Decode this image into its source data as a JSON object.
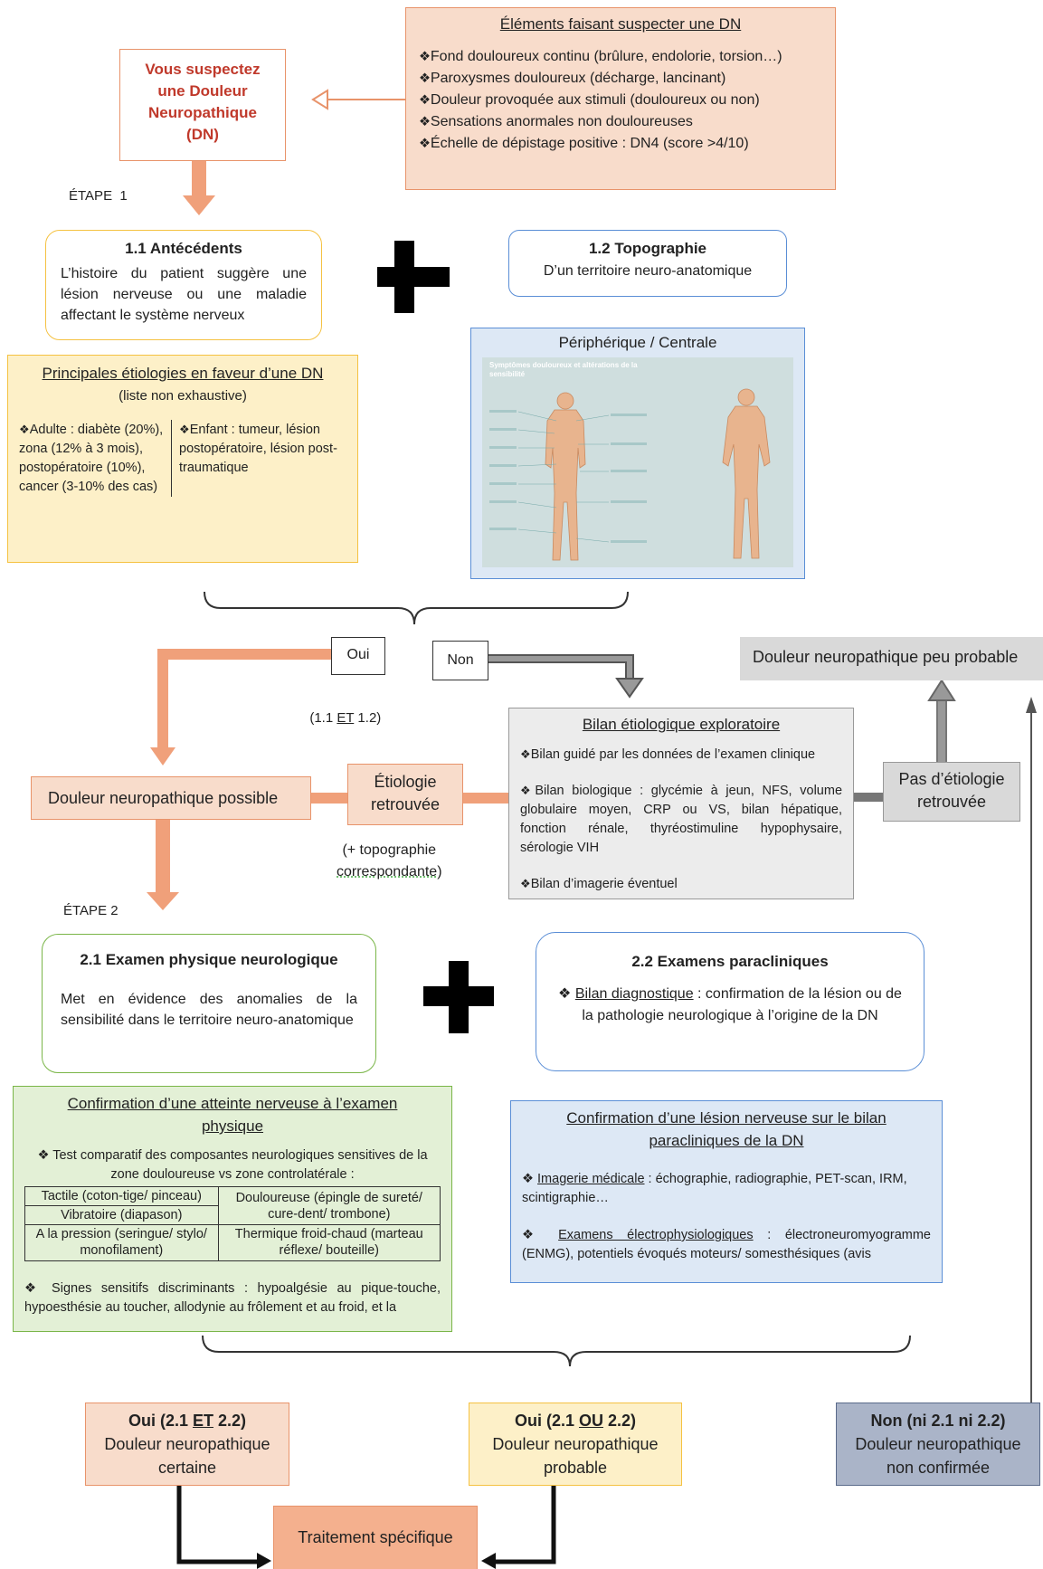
{
  "suspect": {
    "text": [
      "Vous suspectez",
      "une Douleur",
      "Neuropathique",
      "(DN)"
    ]
  },
  "elements": {
    "title": "Éléments faisant suspecter une DN",
    "items": [
      "Fond douloureux continu (brûlure, endolorie, torsion…)",
      "Paroxysmes douloureux (décharge, lancinant)",
      "Douleur provoquée aux stimuli (douloureux ou non)",
      "Sensations anormales non douloureuses",
      "Échelle de dépistage positive : DN4 (score >4/10)"
    ]
  },
  "etape1": "ÉTAPE  1",
  "antecedents": {
    "title": "1.1 Antécédents",
    "text": "L’histoire du patient suggère une lésion nerveuse ou une maladie affectant le système nerveux"
  },
  "topographie": {
    "title": "1.2 Topographie",
    "text": "D’un territoire neuro-anatomique"
  },
  "etiologies": {
    "title": "Principales étiologies en faveur d’une DN",
    "subtitle": "(liste non exhaustive)",
    "adulte": "Adulte : diabète (20%), zona (12% à 3 mois), postopératoire (10%), cancer (3-10% des cas)",
    "enfant": "Enfant : tumeur, lésion postopératoire, lésion post-traumatique"
  },
  "periph": {
    "title": "Périphérique / Centrale",
    "figure_heading": "Symptômes douloureux et altérations de la sensibilité"
  },
  "oui": "Oui",
  "non": "Non",
  "oui_note": {
    "pre": "(1.1 ",
    "et": "ET",
    "post": " 1.2)"
  },
  "peu_probable": "Douleur neuropathique peu probable",
  "bilan": {
    "title": "Bilan étiologique exploratoire",
    "items": [
      "Bilan guidé par les données de l’examen clinique",
      "Bilan biologique : glycémie à jeun, NFS, volume globulaire moyen, CRP ou VS, bilan hépatique, fonction rénale, thyréostimuline hypophysaire, sérologie VIH",
      "Bilan d’imagerie éventuel"
    ]
  },
  "possible": "Douleur neuropathique possible",
  "etiologie_retrouvee": {
    "line1": "Étiologie",
    "line2": "retrouvée"
  },
  "pas_etiologie": {
    "line1": "Pas d’étiologie",
    "line2": "retrouvée"
  },
  "topo_corresp": {
    "line1": "(+ topographie",
    "line2": "correspondante)"
  },
  "etape2": "ÉTAPE 2",
  "examen_physique": {
    "title": "2.1 Examen physique neurologique",
    "text": "Met en évidence des anomalies de la sensibilité dans le territoire neuro-anatomique"
  },
  "examens_para": {
    "title": "2.2 Examens paracliniques",
    "label": "Bilan diagnostique",
    "text": " : confirmation de la lésion ou de la pathologie neurologique à l’origine de la DN"
  },
  "confirm_physique": {
    "title": "Confirmation d’une atteinte nerveuse à l’examen physique",
    "test_intro": "Test comparatif des composantes neurologiques sensitives de la zone douloureuse vs zone controlatérale :",
    "table": [
      [
        "Tactile (coton-tige/ pinceau)",
        "Douloureuse (épingle de sureté/ cure-dent/ trombone)"
      ],
      [
        "Vibratoire (diapason)",
        ""
      ],
      [
        "A la pression (seringue/ stylo/ monofilament)",
        "Thermique froid-chaud (marteau réflexe/ bouteille)"
      ]
    ],
    "signes": "Signes sensitifs discriminants : hypoalgésie au pique-touche, hypoesthésie au toucher, allodynie au frôlement et au froid, et la"
  },
  "confirm_para": {
    "title": "Confirmation d’une lésion nerveuse sur le bilan paracliniques de la DN",
    "imagerie_label": "Imagerie médicale",
    "imagerie_text": " : échographie, radiographie, PET-scan, IRM, scintigraphie…",
    "electro_label": "Examens électrophysiologiques",
    "electro_text": " : électroneuromyogramme (ENMG), potentiels évoqués moteurs/ somesthésiques (avis"
  },
  "certaine": {
    "l1_pre": "Oui (2.1 ",
    "l1_et": "ET",
    "l1_post": " 2.2)",
    "l2": "Douleur neuropathique",
    "l3": "certaine"
  },
  "probable": {
    "l1_pre": "Oui (2.1 ",
    "l1_ou": "OU",
    "l1_post": " 2.2)",
    "l2": "Douleur neuropathique",
    "l3": "probable"
  },
  "non_confirmee": {
    "l1": "Non (ni 2.1 ni 2.2)",
    "l2": "Douleur neuropathique",
    "l3": "non confirmée"
  },
  "traitement": "Traitement spécifique",
  "colors": {
    "orange_fill": "#f8dccb",
    "orange_border": "#e8936a",
    "orange_arrow": "#f0a07a",
    "yellow_fill": "#fdf0c8",
    "yellow_border": "#f5c242",
    "blue_border": "#5a8ed6",
    "blue_fill": "#dde8f5",
    "green_fill": "#e3f0d6",
    "green_border": "#7ab648",
    "grey_fill": "#d9d9d9",
    "slate_fill": "#aab4c8",
    "red_text": "#c0392b"
  }
}
